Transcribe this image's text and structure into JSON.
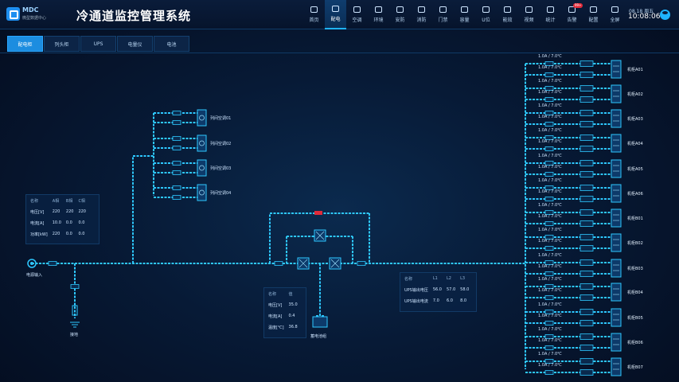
{
  "header": {
    "brand": "MDC",
    "brand_sub": "微型数据中心",
    "title": "冷通道监控管理系统",
    "date": "08.18 周五",
    "time": "10:08:06"
  },
  "nav": [
    {
      "label": "首页",
      "icon": "home-icon"
    },
    {
      "label": "配电",
      "icon": "power-icon",
      "active": true
    },
    {
      "label": "空调",
      "icon": "ac-icon"
    },
    {
      "label": "环境",
      "icon": "environment-icon"
    },
    {
      "label": "安防",
      "icon": "shield-icon"
    },
    {
      "label": "消防",
      "icon": "fire-icon"
    },
    {
      "label": "门禁",
      "icon": "door-icon"
    },
    {
      "label": "容量",
      "icon": "capacity-icon"
    },
    {
      "label": "U位",
      "icon": "u-slot-icon"
    },
    {
      "label": "能效",
      "icon": "efficiency-icon"
    },
    {
      "label": "视频",
      "icon": "video-icon"
    },
    {
      "label": "统计",
      "icon": "stats-icon"
    },
    {
      "label": "告警",
      "icon": "bell-icon",
      "badge": "99+"
    },
    {
      "label": "配置",
      "icon": "gear-icon"
    },
    {
      "label": "全屏",
      "icon": "fullscreen-icon"
    }
  ],
  "tabs": [
    {
      "label": "配电柜",
      "active": true
    },
    {
      "label": "列头柜"
    },
    {
      "label": "UPS"
    },
    {
      "label": "电量仪"
    },
    {
      "label": "电池"
    }
  ],
  "diagram": {
    "power_input": "电源输入",
    "ground": "接地",
    "battery": "蓄电池组",
    "ac_units": [
      "列间空调01",
      "列间空调02",
      "列间空调03",
      "列间空调04"
    ],
    "cabinets": [
      "机柜A01",
      "机柜A02",
      "机柜A03",
      "机柜A04",
      "机柜A05",
      "机柜A06",
      "机柜B01",
      "机柜B02",
      "机柜B03",
      "机柜B04",
      "机柜B05",
      "机柜B06",
      "机柜B07"
    ],
    "branch_reading": "1.0A / 7.0℃"
  },
  "input_panel": {
    "headers": [
      "名称",
      "A相",
      "B相",
      "C相"
    ],
    "rows": [
      [
        "电压[V]",
        "220",
        "220",
        "220"
      ],
      [
        "电流[A]",
        "10.0",
        "0.0",
        "0.0"
      ],
      [
        "功率[kW]",
        "220",
        "0.0",
        "0.0"
      ]
    ]
  },
  "battery_panel": {
    "headers": [
      "名称",
      "值"
    ],
    "rows": [
      [
        "电压[V]",
        "35.0"
      ],
      [
        "电流[A]",
        "0.4"
      ],
      [
        "温度[℃]",
        "36.8"
      ]
    ]
  },
  "ups_panel": {
    "headers": [
      "名称",
      "L1",
      "L2",
      "L3"
    ],
    "rows": [
      [
        "UPS输出电压",
        "56.0",
        "57.0",
        "58.0"
      ],
      [
        "UPS输出电流",
        "7.0",
        "6.0",
        "8.0"
      ]
    ]
  },
  "colors": {
    "accent": "#1fb3ff",
    "line": "#2ec8ff",
    "alarm": "#e02b3a"
  }
}
